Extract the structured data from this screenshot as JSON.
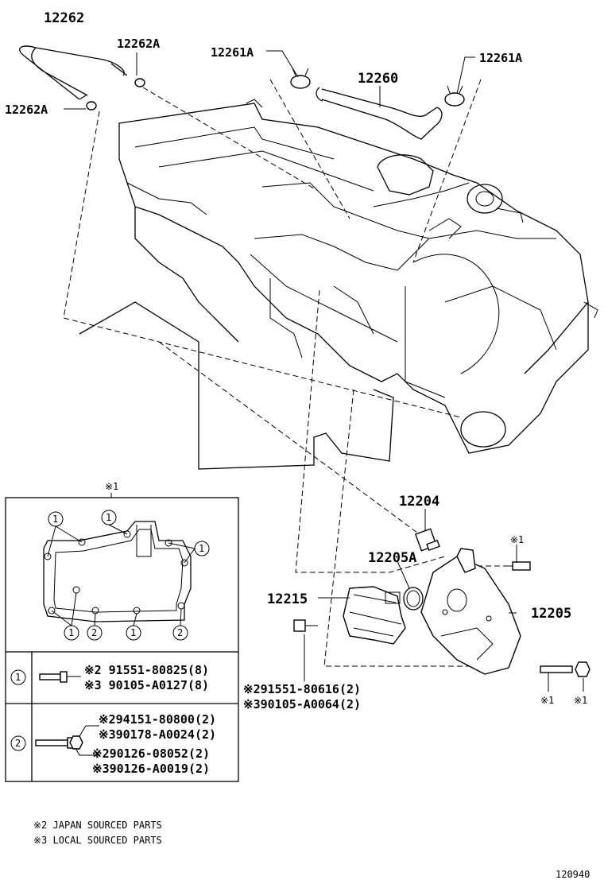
{
  "part_labels": {
    "p12262": "12262",
    "p12262A_top": "12262A",
    "p12262A_left": "12262A",
    "p12261A_left": "12261A",
    "p12260": "12260",
    "p12261A_right": "12261A",
    "p12204": "12204",
    "p12205A": "12205A",
    "p12215": "12215",
    "p12205": "12205"
  },
  "ref_marks": {
    "inset_note": "※1",
    "stud_note": "※1",
    "nut_note": "※1",
    "bolt_note": "※1"
  },
  "bolt_callouts": {
    "line1": "※291551-80616(2)",
    "line2": "※390105-A0064(2)"
  },
  "inset_circles": {
    "c1": "1",
    "c2": "2"
  },
  "table": {
    "row1_key": "1",
    "row1_line1": "※2 91551-80825(8)",
    "row1_line2": "※3 90105-A0127(8)",
    "row2_key": "2",
    "row2_line1": "※294151-80800(2)",
    "row2_line2": "※390178-A0024(2)",
    "row2_line3": "※290126-08052(2)",
    "row2_line4": "※390126-A0019(2)"
  },
  "footnotes": {
    "note2": "※2 JAPAN SOURCED PARTS",
    "note3": "※3 LOCAL SOURCED PARTS"
  },
  "diagram_id": "120940"
}
